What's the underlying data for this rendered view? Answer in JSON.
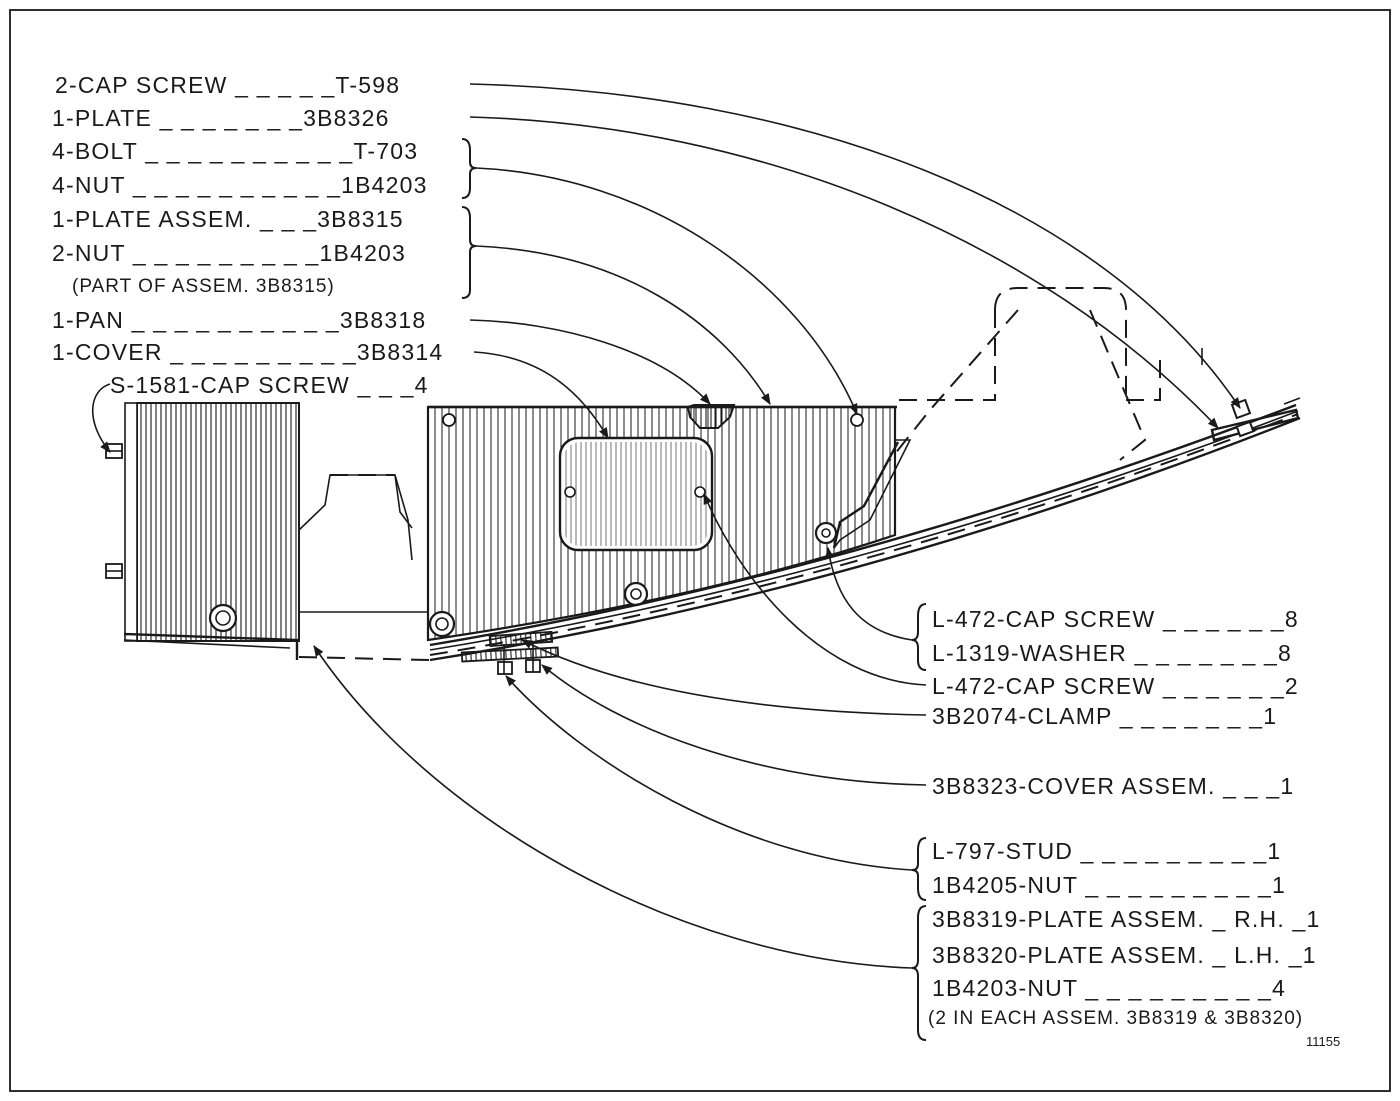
{
  "drawing_number": "11155",
  "callouts_left": [
    {
      "id": "cap-screw-t598",
      "text": "2-CAP SCREW _ _ _ _ _T-598"
    },
    {
      "id": "plate-3b8326",
      "text": "1-PLATE _ _ _ _ _ _ _3B8326"
    },
    {
      "id": "bolt-t703",
      "text": "4-BOLT _ _ _ _ _ _ _ _ _ _T-703"
    },
    {
      "id": "nut-1b4203-a",
      "text": "4-NUT _ _ _ _ _ _ _ _ _ _1B4203"
    },
    {
      "id": "plate-assem-3b8315",
      "text": "1-PLATE ASSEM. _ _ _3B8315"
    },
    {
      "id": "nut-1b4203-b",
      "text": "2-NUT _ _ _ _ _ _ _ _ _1B4203"
    },
    {
      "id": "part-of-assem",
      "text": "(PART OF ASSEM. 3B8315)"
    },
    {
      "id": "pan-3b8318",
      "text": "1-PAN _ _ _ _ _ _ _ _ _ _3B8318"
    },
    {
      "id": "cover-3b8314",
      "text": "1-COVER _ _ _ _ _ _ _ _ _3B8314"
    },
    {
      "id": "cap-screw-s1581",
      "text": "S-1581-CAP SCREW _ _ _4"
    }
  ],
  "callouts_right": [
    {
      "id": "cap-screw-l472-8",
      "text": "L-472-CAP SCREW _ _ _ _ _ _8"
    },
    {
      "id": "washer-l1319",
      "text": "L-1319-WASHER _ _ _ _ _ _ _8"
    },
    {
      "id": "cap-screw-l472-2",
      "text": "L-472-CAP SCREW _ _ _ _ _ _2"
    },
    {
      "id": "clamp-3b2074",
      "text": "3B2074-CLAMP _ _ _ _ _ _ _1"
    },
    {
      "id": "cover-assem-3b8323",
      "text": "3B8323-COVER ASSEM. _ _ _1"
    },
    {
      "id": "stud-l797",
      "text": "L-797-STUD _ _ _ _ _ _ _ _ _1"
    },
    {
      "id": "nut-1b4205",
      "text": "1B4205-NUT _ _ _ _ _ _ _ _ _1"
    },
    {
      "id": "plate-assem-3b8319",
      "text": "3B8319-PLATE ASSEM. _ R.H. _1"
    },
    {
      "id": "plate-assem-3b8320",
      "text": "3B8320-PLATE ASSEM. _ L.H. _1"
    },
    {
      "id": "nut-1b4203-c",
      "text": "1B4203-NUT _ _ _ _ _ _ _ _ _4"
    },
    {
      "id": "in-each-assem",
      "text": "(2 IN EACH ASSEM. 3B8319 & 3B8320)"
    }
  ]
}
